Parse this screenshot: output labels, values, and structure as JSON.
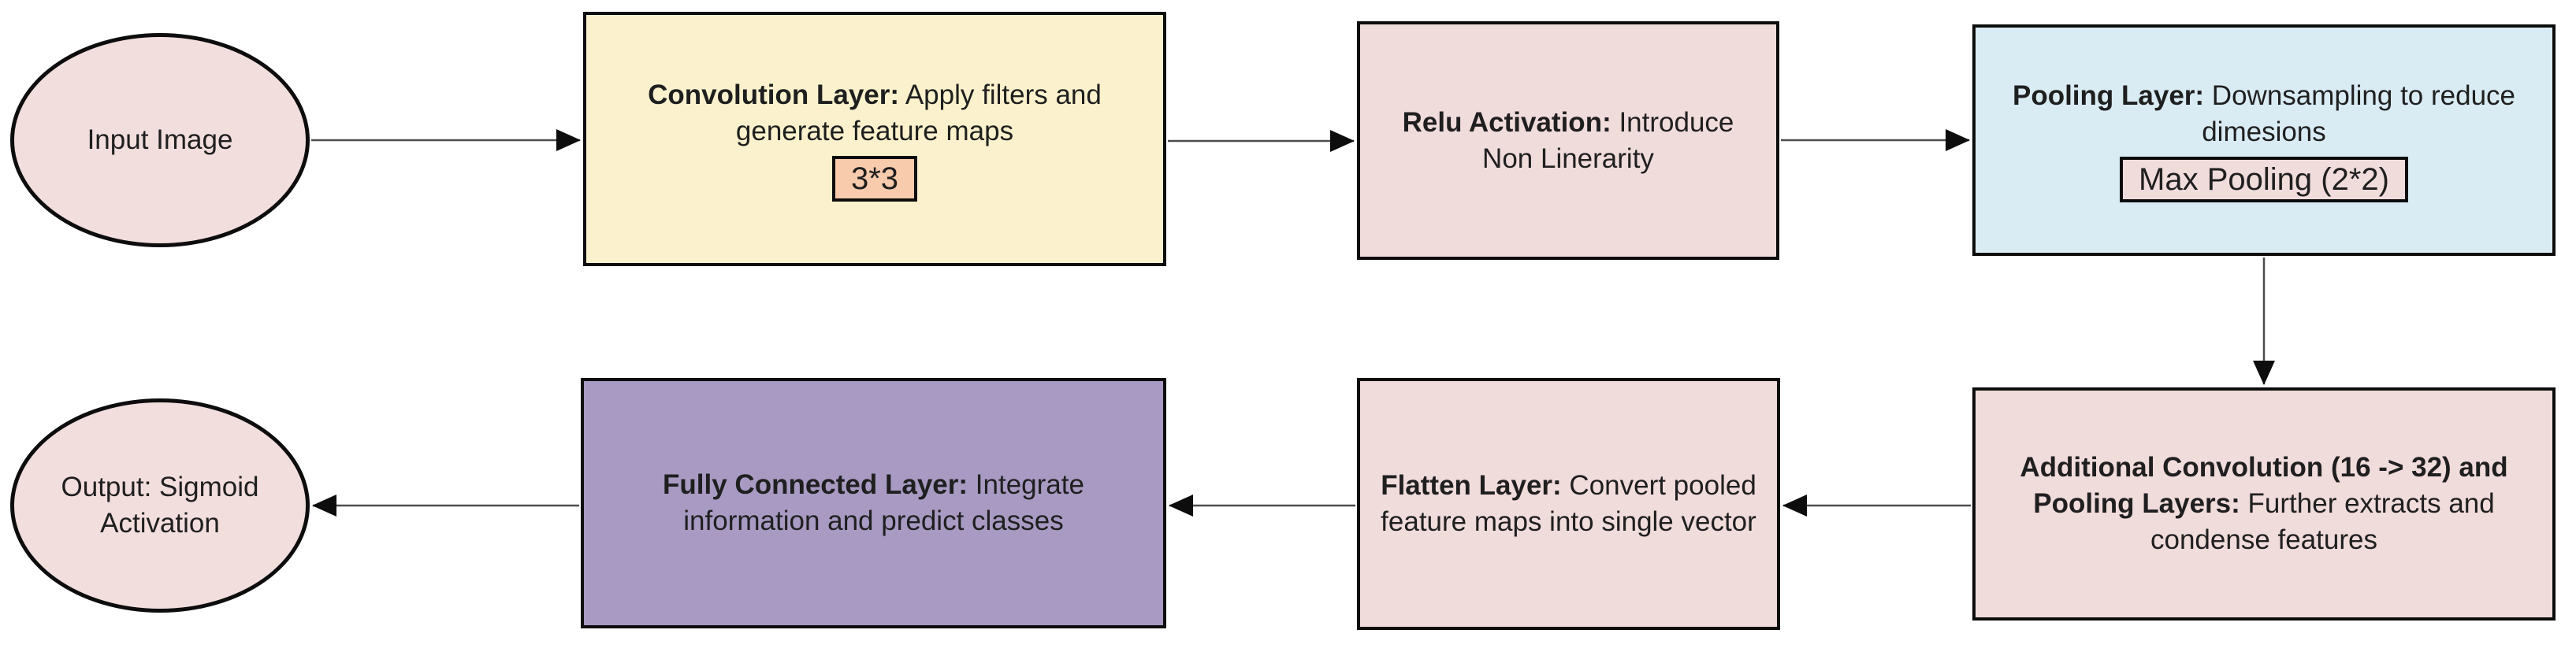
{
  "diagram": {
    "title_semantic": "CNN layer pipeline flowchart",
    "nodes": {
      "input": {
        "label": "Input Image"
      },
      "conv": {
        "bold": "Convolution Layer:",
        "rest": " Apply filters and generate feature maps",
        "badge": "3*3"
      },
      "relu": {
        "bold": "Relu Activation:",
        "rest": " Introduce Non Linerarity"
      },
      "pool": {
        "bold": "Pooling Layer:",
        "rest": " Downsampling to reduce dimesions",
        "badge": "Max Pooling (2*2)"
      },
      "addconv": {
        "bold": "Additional Convolution (16 -> 32) and Pooling Layers:",
        "rest": " Further extracts and condense features"
      },
      "flatten": {
        "bold": "Flatten Layer:",
        "rest": " Convert pooled feature maps into single vector"
      },
      "fc": {
        "bold": "Fully Connected Layer:",
        "rest": " Integrate information and predict classes"
      },
      "output": {
        "label": "Output: Sigmoid Activation"
      }
    },
    "flow": [
      "input -> conv",
      "conv -> relu",
      "relu -> pool",
      "pool -> addconv",
      "addconv -> flatten",
      "flatten -> fc",
      "fc -> output"
    ],
    "colors": {
      "ellipse-fill": "#f2dedd",
      "pink": "#f0dcdb",
      "yellow": "#fbf2cd",
      "blue": "#d9ebf3",
      "purple": "#a89ac2",
      "peach": "#f8cbad",
      "border": "#0d0d0d",
      "text": "#1f1f1f",
      "line": "#4d4d4d"
    }
  }
}
